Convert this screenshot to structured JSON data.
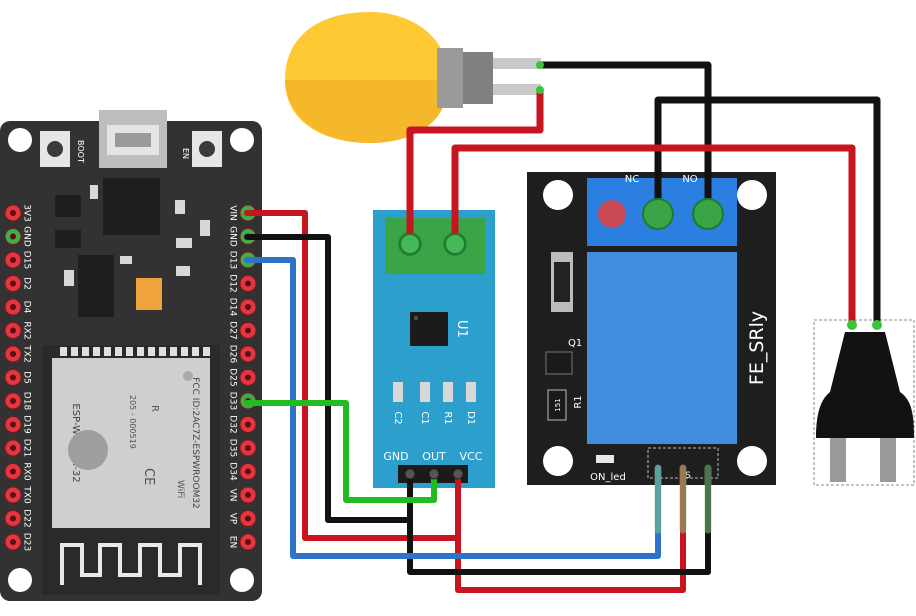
{
  "esp32": {
    "boot_label": "BOOT",
    "en_label": "EN",
    "module_label": "ESP-WROOM-32",
    "fcc_label": "FCC ID:2AC7Z-ESPWROOM32",
    "r_label": "R",
    "r_code": "205 - 000519",
    "ce_label": "CE",
    "wifi_label": "WiFi",
    "left_pins": [
      "3V3",
      "GND",
      "D15",
      "D2",
      "D4",
      "RX2",
      "TX2",
      "D5",
      "D18",
      "D19",
      "D21",
      "RX0",
      "TX0",
      "D22",
      "D23"
    ],
    "right_pins": [
      "VIN",
      "GND",
      "D13",
      "D12",
      "D14",
      "D27",
      "D26",
      "D25",
      "D33",
      "D32",
      "D35",
      "D34",
      "VN",
      "VP",
      "EN"
    ]
  },
  "acs712": {
    "chip_label": "U1",
    "comp_labels": [
      "C2",
      "C1",
      "R1",
      "D1"
    ],
    "pin_labels": [
      "GND",
      "OUT",
      "VCC"
    ]
  },
  "relay": {
    "nc_label": "NC",
    "no_label": "NO",
    "coil_label": "FE_SRly",
    "q1_label": "Q1",
    "r1_label": "R1",
    "r_code": "151",
    "on_led_label": "ON_led",
    "s_label": "S"
  },
  "colors": {
    "board": "#333333",
    "pin_red": "#e4363f",
    "pin_green": "#3fae49",
    "wire_red": "#c8141e",
    "wire_black": "#111111",
    "wire_blue": "#2f73c8",
    "wire_green": "#22bb22",
    "bulb": "#ffc933",
    "acs_board": "#2d9fcc",
    "relay_blue": "#3f8fde",
    "terminal_green": "#39a547"
  }
}
